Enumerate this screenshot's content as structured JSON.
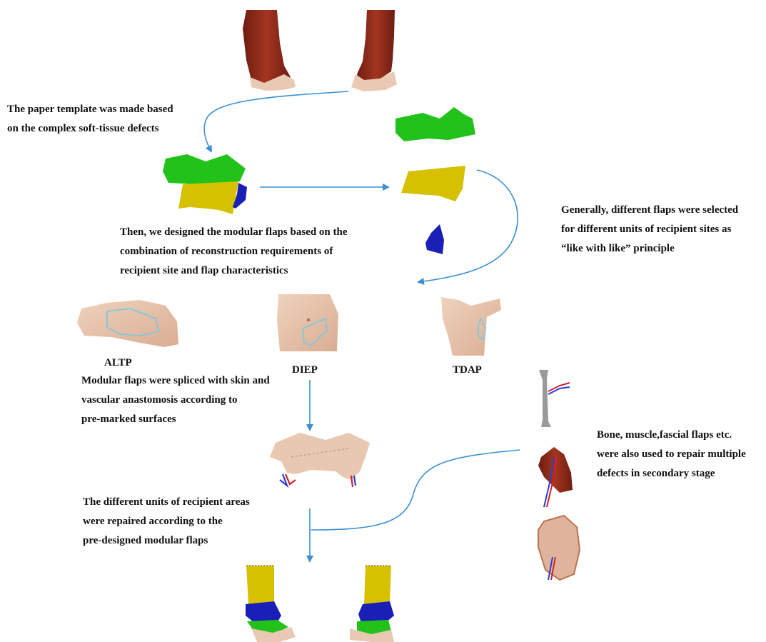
{
  "colors": {
    "arrow": "#3a8fd3",
    "green_unit": "#22c21b",
    "yellow_unit": "#d6c100",
    "blue_unit": "#1a1fb5",
    "skin": "#e8c8b0",
    "muscle": "#8e2a1c",
    "outline": "#7ec7e0",
    "artery": "#d0222a",
    "vein": "#2a3fd0",
    "bone": "#9a9a9a"
  },
  "captions": {
    "template": [
      "The paper template was made based",
      "on the complex soft-tissue defects"
    ],
    "design": [
      "Then, we designed the modular flaps based on the",
      "combination of  reconstruction requirements of",
      "recipient site and flap characteristics"
    ],
    "selection": [
      "Generally, different flaps were selected",
      "for different units of recipient sites as",
      "“like with like” principle"
    ],
    "splice": [
      "Modular flaps were spliced with skin and",
      "vascular anastomosis according to",
      "pre-marked surfaces"
    ],
    "secondary": [
      "Bone, muscle,fascial flaps etc.",
      "were also used to repair multiple",
      "defects in secondary stage"
    ],
    "repair": [
      "The different units of recipient areas",
      "were repaired according to the",
      " pre-designed modular flaps"
    ]
  },
  "flaps": {
    "altp": "ALTP",
    "diep": "DIEP",
    "tdap": "TDAP"
  },
  "illustrations": {
    "top": "defect-legs",
    "template": "paper-template",
    "modules": "separated-modules",
    "donors": [
      "thigh",
      "abdomen",
      "back"
    ],
    "spliced": "spliced-flap",
    "secondary": [
      "fibula",
      "muscle-flap",
      "fascial-flap"
    ],
    "result": "repaired-legs"
  }
}
